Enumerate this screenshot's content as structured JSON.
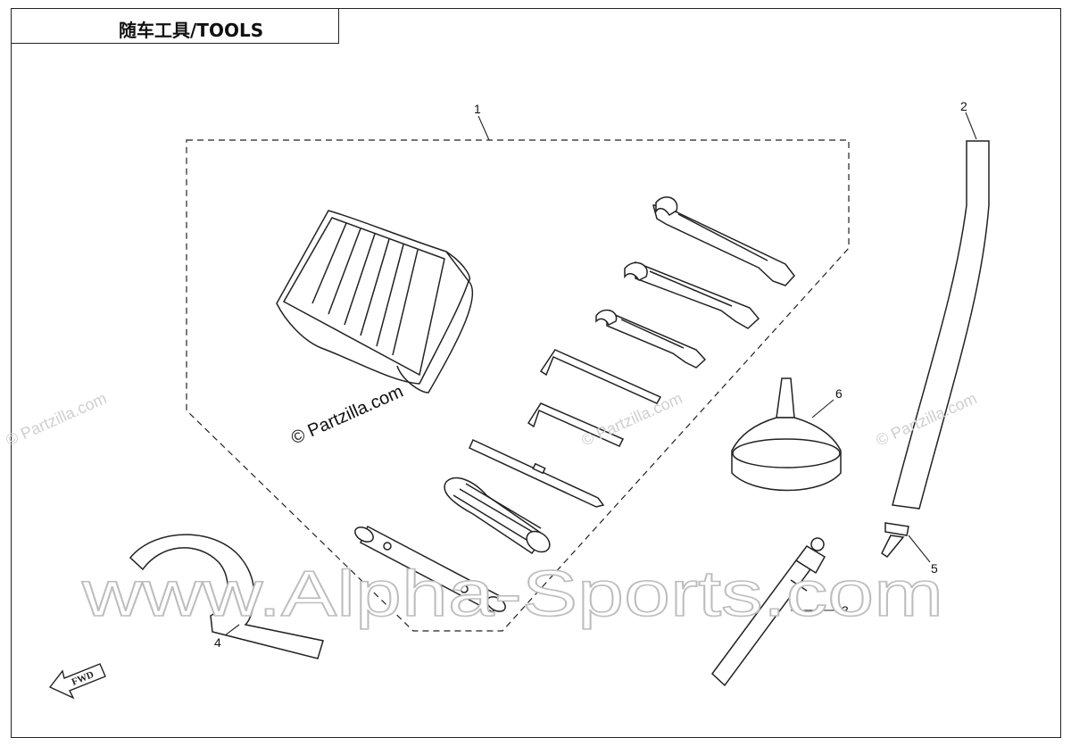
{
  "title": "随车工具/TOOLS",
  "callouts": [
    "1",
    "2",
    "3",
    "4",
    "5",
    "6"
  ],
  "watermarks": {
    "main": "www.Alpha-Sports.com",
    "partzilla": "© Partzilla.com"
  },
  "fwd_label": "FWD",
  "colors": {
    "line": "#222222",
    "watermark_light": "#cfcfcf",
    "background": "#ffffff"
  },
  "icons": [
    "tool-bag-icon",
    "open-end-wrench-icon",
    "hex-key-icon",
    "screwdriver-icon",
    "spark-plug-socket-icon",
    "box-spanner-icon",
    "hook-spanner-icon",
    "handle-bar-icon",
    "funnel-icon",
    "sleeve-icon",
    "fwd-arrow-icon"
  ]
}
